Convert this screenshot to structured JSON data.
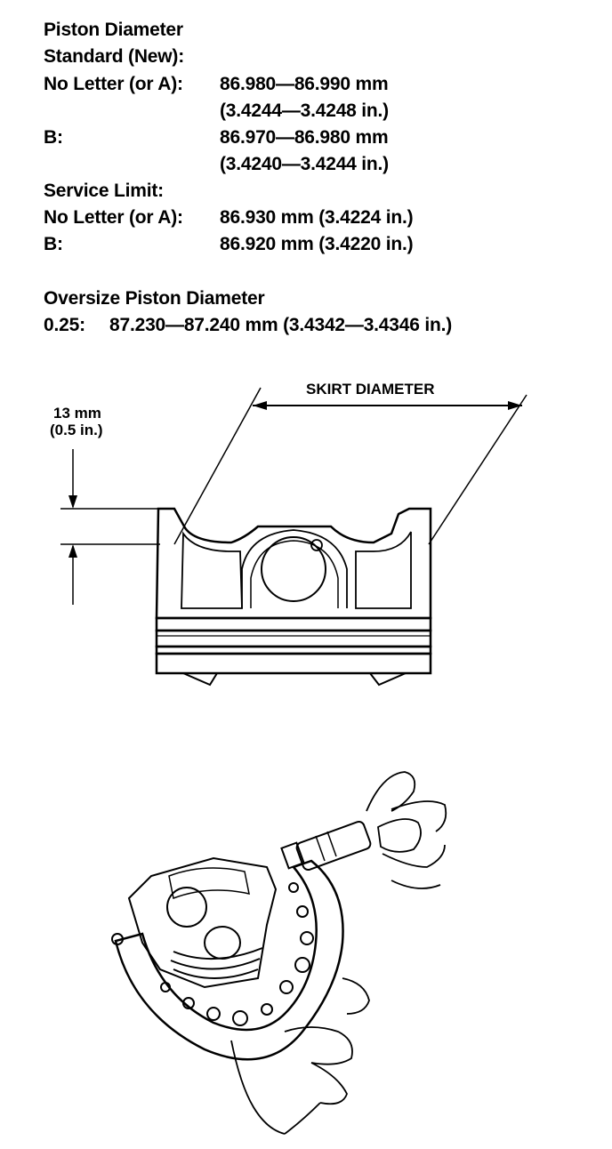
{
  "spec": {
    "heading": "Piston Diameter",
    "standard_heading": "Standard (New):",
    "standard": [
      {
        "label": "No Letter (or A):",
        "metric": "86.980—86.990 mm",
        "imperial": "(3.4244—3.4248 in.)"
      },
      {
        "label": "B:",
        "metric": "86.970—86.980 mm",
        "imperial": "(3.4240—3.4244 in.)"
      }
    ],
    "service_limit_heading": "Service Limit:",
    "service_limit": [
      {
        "label": "No Letter (or A):",
        "value": "86.930 mm (3.4224 in.)"
      },
      {
        "label": "B:",
        "value": "86.920 mm (3.4220 in.)"
      }
    ],
    "oversize_heading": "Oversize Piston Diameter",
    "oversize": {
      "label": "0.25:",
      "value": "87.230—87.240 mm (3.4342—3.4346 in.)"
    }
  },
  "diagram": {
    "skirt_label": "SKIRT DIAMETER",
    "offset_mm": "13 mm",
    "offset_in": "(0.5 in.)"
  }
}
